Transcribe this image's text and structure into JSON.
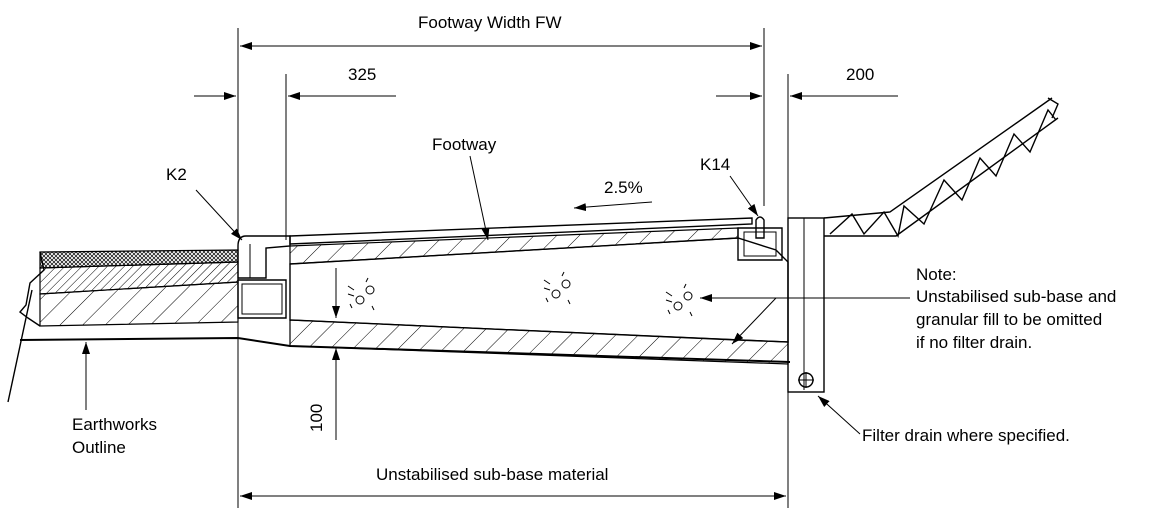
{
  "labels": {
    "footway_width": "Footway Width FW",
    "dim_325": "325",
    "dim_200": "200",
    "footway": "Footway",
    "k2": "K2",
    "k14": "K14",
    "slope": "2.5%",
    "note_title": "Note:",
    "note_line1": "Unstabilised sub-base and",
    "note_line2": "granular fill to be omitted",
    "note_line3": "if no filter drain.",
    "earthworks_line1": "Earthworks",
    "earthworks_line2": "Outline",
    "dim_100": "100",
    "filter_drain": "Filter drain where specified.",
    "sub_base": "Unstabilised sub-base material"
  },
  "colors": {
    "line": "#000000",
    "background": "#ffffff"
  }
}
